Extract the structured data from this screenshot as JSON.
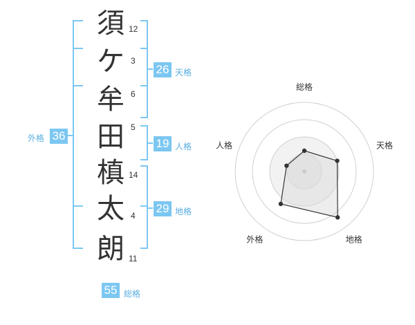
{
  "name": {
    "characters": [
      "須",
      "ケ",
      "牟",
      "田",
      "槙",
      "太",
      "朗"
    ],
    "strokes": [
      "12",
      "3",
      "6",
      "5",
      "14",
      "4",
      "11"
    ]
  },
  "kaku": {
    "tenkaku": {
      "value": "26",
      "label": "天格"
    },
    "jinkaku": {
      "value": "19",
      "label": "人格"
    },
    "chikaku": {
      "value": "29",
      "label": "地格"
    },
    "gaikaku": {
      "value": "36",
      "label": "外格"
    },
    "soukaku": {
      "value": "55",
      "label": "総格"
    }
  },
  "radar": {
    "axes": [
      "総格",
      "天格",
      "地格",
      "外格",
      "人格"
    ],
    "values": [
      0.3,
      0.5,
      0.82,
      0.58,
      0.27
    ],
    "rings": 4
  }
}
